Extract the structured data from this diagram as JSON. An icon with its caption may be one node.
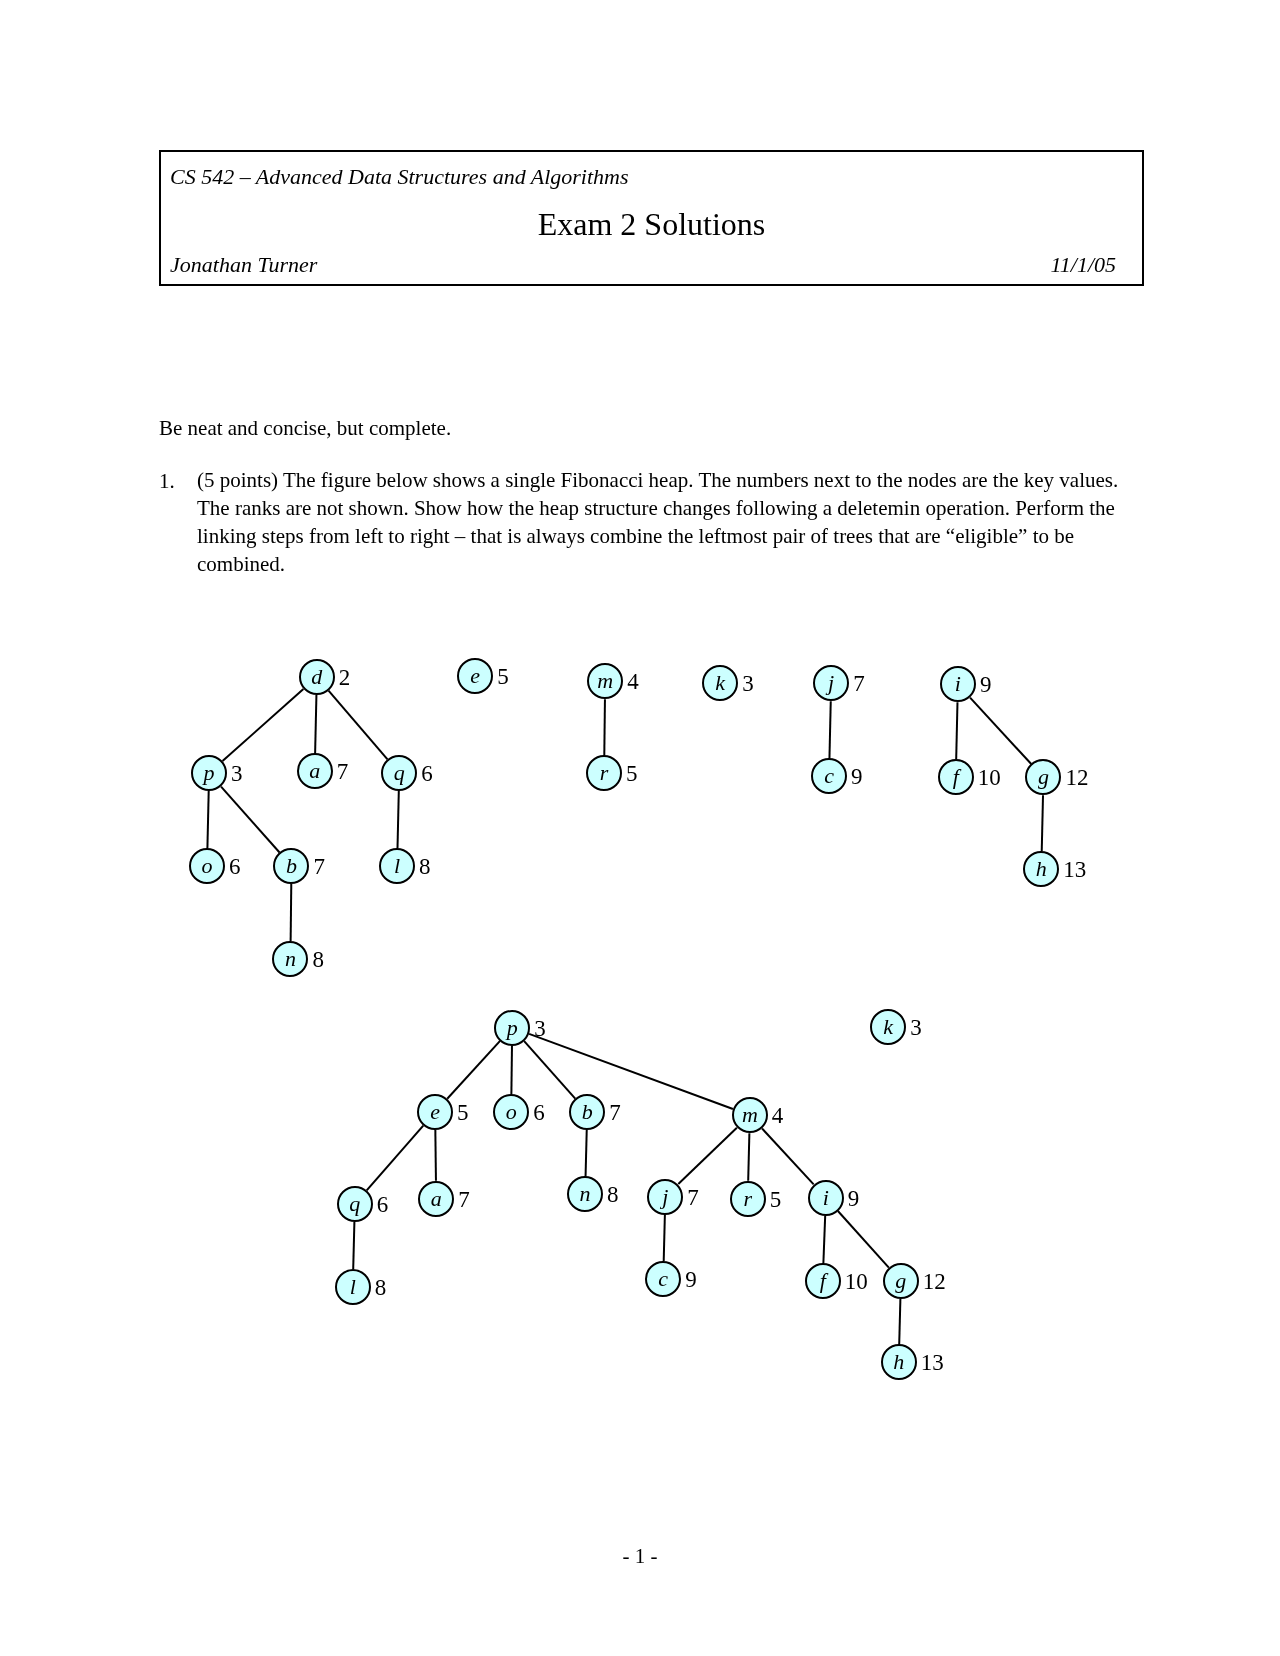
{
  "diagram": {
    "title": "Exam 2 Solutions",
    "nodes": [
      {
        "text": [
          "d"
        ],
        "beside": [
          "2"
        ]
      },
      {
        "text": [
          "p"
        ],
        "beside": [
          "3"
        ]
      },
      {
        "text": [
          "a"
        ],
        "beside": [
          "7"
        ]
      },
      {
        "text": [
          "q"
        ],
        "beside": [
          "6"
        ]
      },
      {
        "text": [
          "o"
        ],
        "beside": [
          "6"
        ]
      },
      {
        "text": [
          "b"
        ],
        "beside": [
          "7"
        ]
      },
      {
        "text": [
          "l"
        ],
        "beside": [
          "8"
        ]
      },
      {
        "text": [
          "n"
        ],
        "beside": [
          "8"
        ]
      },
      {
        "text": [
          "e"
        ],
        "beside": [
          "5"
        ]
      },
      {
        "text": [
          "m"
        ],
        "beside": [
          "4"
        ]
      },
      {
        "text": [
          "r"
        ],
        "beside": [
          "5"
        ]
      },
      {
        "text": [
          "k"
        ],
        "beside": [
          "3"
        ]
      },
      {
        "text": [
          "j"
        ],
        "beside": [
          "7"
        ]
      },
      {
        "text": [
          "c"
        ],
        "beside": [
          "9"
        ]
      },
      {
        "text": [
          "i"
        ],
        "beside": [
          "9"
        ]
      },
      {
        "text": [
          "f"
        ],
        "beside": [
          "10"
        ]
      },
      {
        "text": [
          "g"
        ],
        "beside": [
          "12"
        ]
      },
      {
        "text": [
          "h"
        ],
        "beside": [
          "13"
        ]
      },
      {
        "text": [
          "p"
        ],
        "beside": [
          "3"
        ]
      },
      {
        "text": [
          "k"
        ],
        "beside": [
          "3"
        ]
      },
      {
        "text": [
          "e"
        ],
        "beside": [
          "5"
        ]
      },
      {
        "text": [
          "o"
        ],
        "beside": [
          "6"
        ]
      },
      {
        "text": [
          "b"
        ],
        "beside": [
          "7"
        ]
      },
      {
        "text": [
          "m"
        ],
        "beside": [
          "4"
        ]
      },
      {
        "text": [
          "q"
        ],
        "beside": [
          "6"
        ]
      },
      {
        "text": [
          "a"
        ],
        "beside": [
          "7"
        ]
      },
      {
        "text": [
          "n"
        ],
        "beside": [
          "8"
        ]
      },
      {
        "text": [
          "j"
        ],
        "beside": [
          "7"
        ]
      },
      {
        "text": [
          "r"
        ],
        "beside": [
          "5"
        ]
      },
      {
        "text": [
          "i"
        ],
        "beside": [
          "9"
        ]
      },
      {
        "text": [
          "l"
        ],
        "beside": [
          "8"
        ]
      },
      {
        "text": [
          "c"
        ],
        "beside": [
          "9"
        ]
      },
      {
        "text": [
          "f"
        ],
        "beside": [
          "10"
        ]
      },
      {
        "text": [
          "g"
        ],
        "beside": [
          "12"
        ]
      },
      {
        "text": [
          "h"
        ],
        "beside": [
          "13"
        ]
      }
    ],
    "edges": [
      {
        "from": 0,
        "to": 1,
        "arrow": "none"
      },
      {
        "from": 0,
        "to": 2,
        "arrow": "none"
      },
      {
        "from": 0,
        "to": 3,
        "arrow": "none"
      },
      {
        "from": 1,
        "to": 4,
        "arrow": "none"
      },
      {
        "from": 1,
        "to": 5,
        "arrow": "none"
      },
      {
        "from": 3,
        "to": 6,
        "arrow": "none"
      },
      {
        "from": 5,
        "to": 7,
        "arrow": "none"
      },
      {
        "from": 9,
        "to": 10,
        "arrow": "none"
      },
      {
        "from": 12,
        "to": 13,
        "arrow": "none"
      },
      {
        "from": 14,
        "to": 15,
        "arrow": "none"
      },
      {
        "from": 14,
        "to": 16,
        "arrow": "none"
      },
      {
        "from": 16,
        "to": 17,
        "arrow": "none"
      },
      {
        "from": 18,
        "to": 20,
        "arrow": "none"
      },
      {
        "from": 18,
        "to": 21,
        "arrow": "none"
      },
      {
        "from": 18,
        "to": 22,
        "arrow": "none"
      },
      {
        "from": 18,
        "to": 23,
        "arrow": "none"
      },
      {
        "from": 20,
        "to": 24,
        "arrow": "none"
      },
      {
        "from": 20,
        "to": 25,
        "arrow": "none"
      },
      {
        "from": 22,
        "to": 26,
        "arrow": "none"
      },
      {
        "from": 24,
        "to": 30,
        "arrow": "none"
      },
      {
        "from": 23,
        "to": 27,
        "arrow": "none"
      },
      {
        "from": 23,
        "to": 28,
        "arrow": "none"
      },
      {
        "from": 23,
        "to": 29,
        "arrow": "none"
      },
      {
        "from": 27,
        "to": 31,
        "arrow": "none"
      },
      {
        "from": 29,
        "to": 32,
        "arrow": "none"
      },
      {
        "from": 29,
        "to": 33,
        "arrow": "none"
      },
      {
        "from": 33,
        "to": 34,
        "arrow": "none"
      }
    ],
    "labels": [
      "CS 542 – Advanced Data Structures and Algorithms",
      "Jonathan Turner",
      "11/1/05",
      "Be neat and concise, but complete.",
      "1.",
      "(5 points) The figure below shows a single Fibonacci heap. The numbers next to the nodes are the key values. The ranks are not shown. Show how the heap structure changes following a deletemin operation. Perform the linking steps from left to right – that is always combine the leftmost pair of trees that are “eligible” to be combined.",
      "- 1 -"
    ]
  }
}
